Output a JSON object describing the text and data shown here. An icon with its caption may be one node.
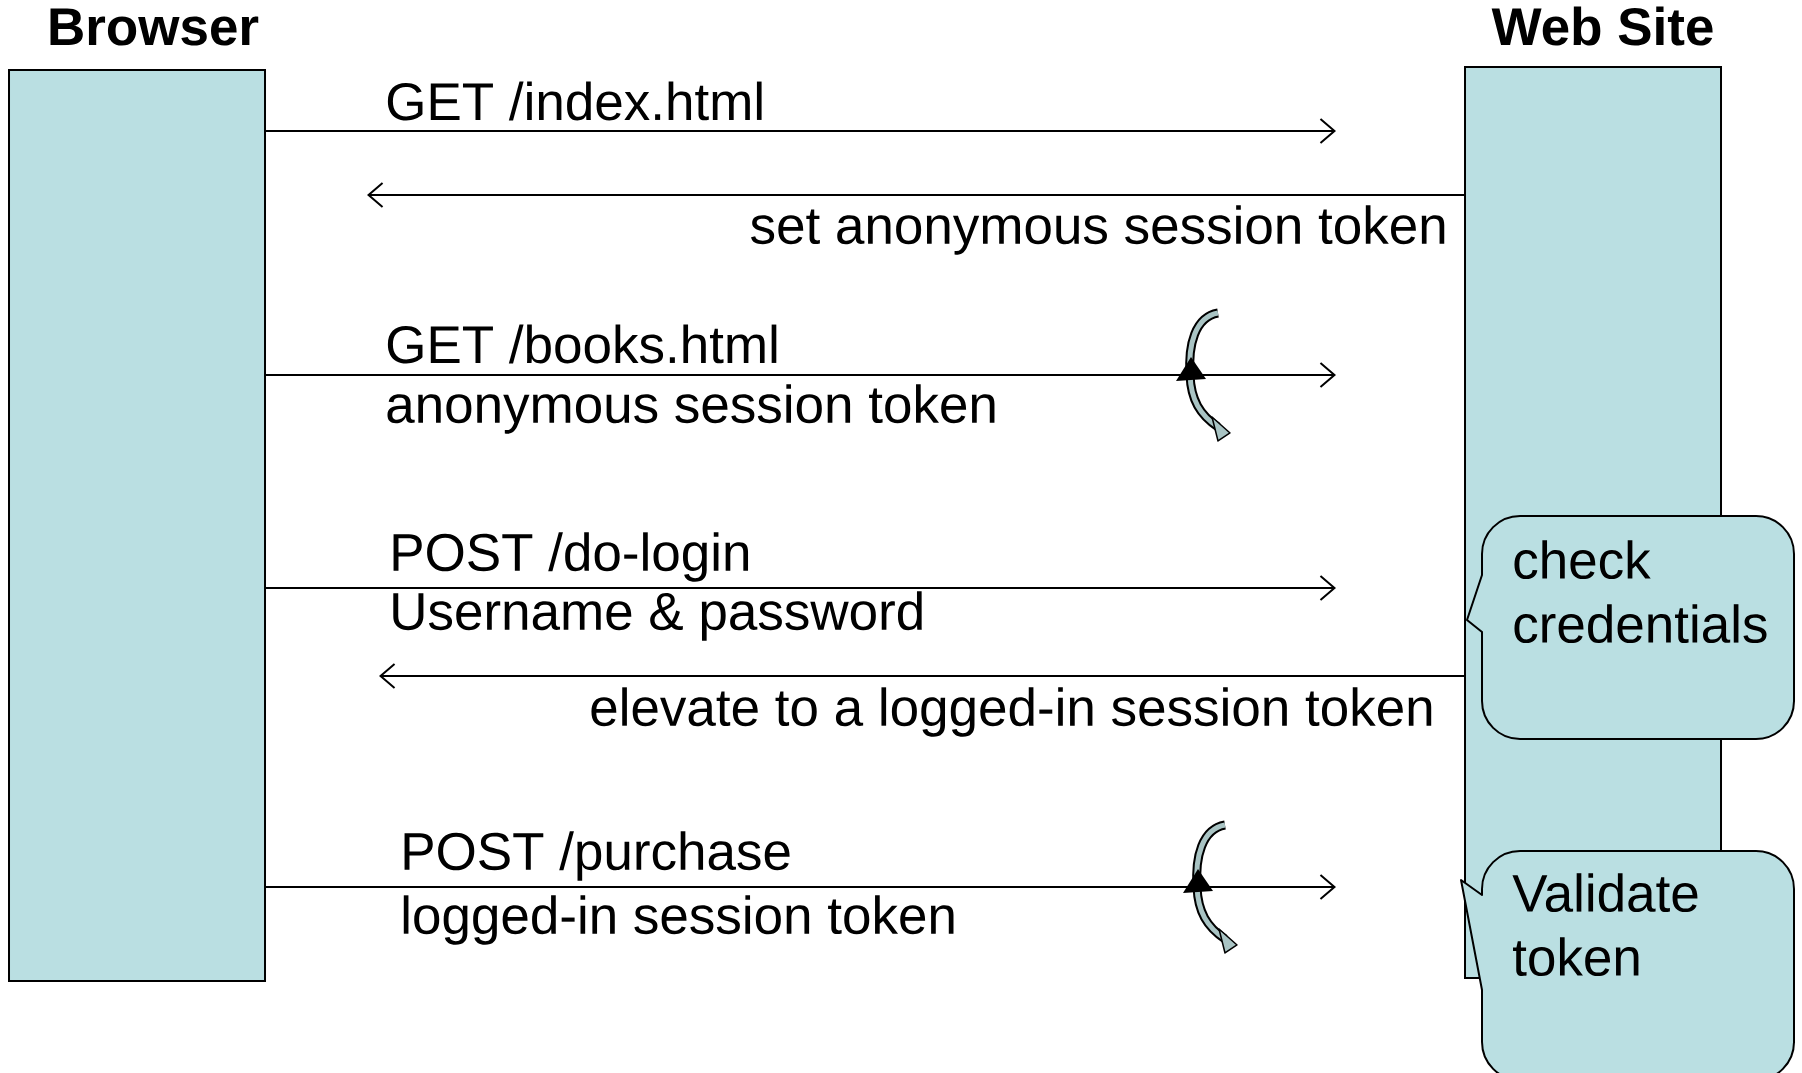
{
  "diagram": {
    "nodes": [
      {
        "text": [
          "Browser"
        ]
      },
      {
        "text": [
          "Web Site"
        ]
      },
      {
        "text": [
          "check credentials"
        ]
      },
      {
        "text": [
          "Validate token"
        ]
      }
    ],
    "edges": [
      {
        "from": 0,
        "to": null,
        "arrow": "to",
        "label": "GET /index.html"
      },
      {
        "from": 1,
        "to": null,
        "arrow": "to",
        "label": "set anonymous session token"
      },
      {
        "from": 0,
        "to": null,
        "arrow": "to",
        "label": "GET /books.html"
      },
      {
        "from": 0,
        "to": null,
        "arrow": "to",
        "label": "POST /do-login"
      },
      {
        "from": 1,
        "to": null,
        "arrow": "to",
        "label": "elevate to a logged-in session token"
      },
      {
        "from": 0,
        "to": null,
        "arrow": "to",
        "label": "POST /purchase"
      }
    ],
    "labels": [
      "anonymous session token",
      "Username & password",
      "logged-in session token"
    ]
  }
}
